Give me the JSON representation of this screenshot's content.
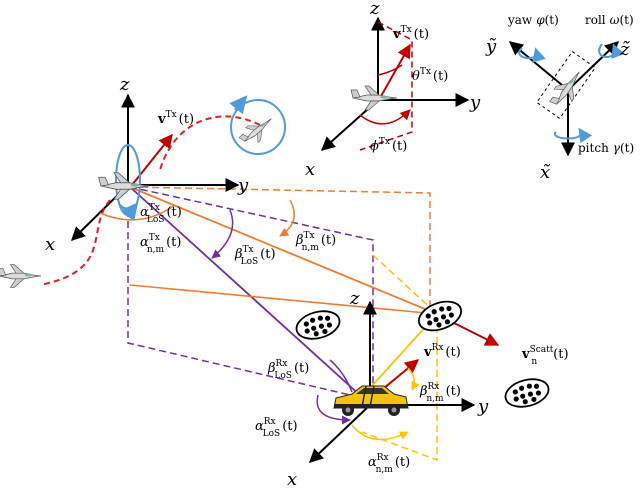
{
  "axes": {
    "x": "x",
    "y": "y",
    "z": "z",
    "x_tilde": "x̃",
    "y_tilde": "ỹ",
    "z_tilde": "z̃"
  },
  "labels": {
    "v_tx_base": "v",
    "v_tx_sup": "Tx",
    "v_rx_base": "v",
    "v_rx_sup": "Rx",
    "v_scatt_base": "v",
    "v_scatt_sub": "n",
    "v_scatt_sup": "Scatt",
    "theta_tx_base": "θ",
    "theta_tx_sup": "Tx",
    "phi_tx_base": "ϕ",
    "phi_tx_sup": "Tx",
    "alpha_los_tx_base": "α",
    "alpha_los_tx_sub": "LoS",
    "alpha_los_tx_sup": "Tx",
    "alpha_nm_tx_base": "α",
    "alpha_nm_tx_sub": "n,m",
    "alpha_nm_tx_sup": "Tx",
    "beta_los_tx_base": "β",
    "beta_los_tx_sub": "LoS",
    "beta_los_tx_sup": "Tx",
    "beta_nm_tx_base": "β",
    "beta_nm_tx_sub": "n,m",
    "beta_nm_tx_sup": "Tx",
    "beta_los_rx_base": "β",
    "beta_los_rx_sub": "LoS",
    "beta_los_rx_sup": "Rx",
    "beta_nm_rx_base": "β",
    "beta_nm_rx_sub": "n,m",
    "beta_nm_rx_sup": "Rx",
    "alpha_los_rx_base": "α",
    "alpha_los_rx_sub": "LoS",
    "alpha_los_rx_sup": "Rx",
    "alpha_nm_rx_base": "α",
    "alpha_nm_rx_sub": "n,m",
    "alpha_nm_rx_sup": "Rx",
    "time_arg": "(t)",
    "yaw_text": "yaw",
    "yaw_sym": "φ",
    "roll_text": "roll",
    "roll_sym": "ω",
    "pitch_text": "pitch",
    "pitch_sym": "γ"
  },
  "colors": {
    "los_path": "#7030a0",
    "tx_scatter_path": "#ed7d31",
    "rx_scatter_path": "#ffc000",
    "tx_angle_arc": "#c00000",
    "velocity_arrow": "#c00000",
    "trajectory": "#e02020",
    "rotation_arrow": "#4f9bd9",
    "axis": "#000000",
    "car_body": "#f2c40f"
  }
}
